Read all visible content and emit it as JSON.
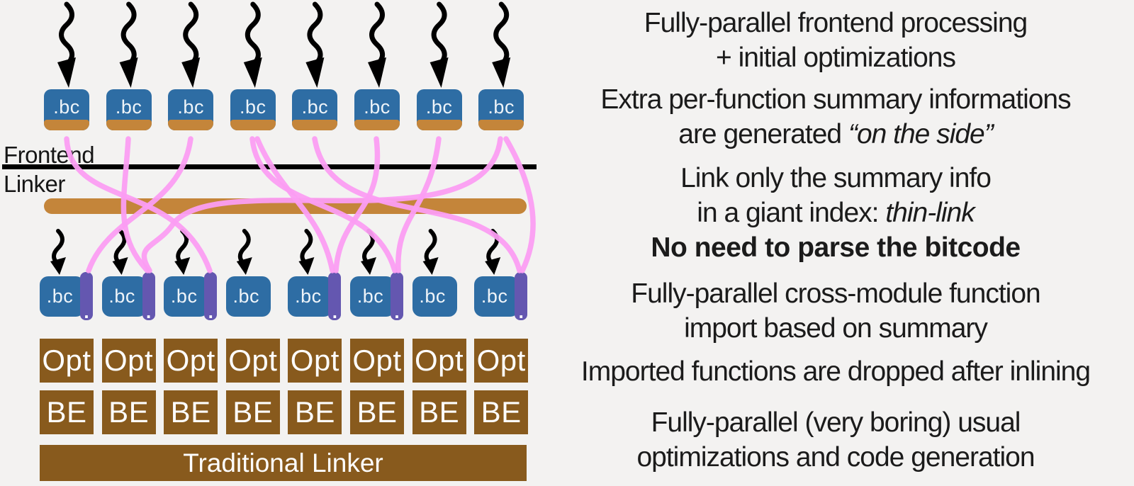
{
  "colors": {
    "background": "#f3f2f1",
    "bitcode_blue": "#2e6da4",
    "summary_orange": "#c4853a",
    "summary_purple": "#6457b0",
    "link_pink": "#fb9df2",
    "stage_brown": "#885a1d",
    "text": "#1b1b1b",
    "divider_black": "#000000"
  },
  "diagram": {
    "frontend_label": "Frontend",
    "linker_label": "Linker",
    "traditional_linker_label": "Traditional Linker",
    "top_row": {
      "boxes": [
        ".bc",
        ".bc",
        ".bc",
        ".bc",
        ".bc",
        ".bc",
        ".bc",
        ".bc"
      ]
    },
    "mid_row": {
      "strip_dot": ".",
      "boxes": [
        {
          "label": ".bc",
          "summary_strip": true
        },
        {
          "label": ".bc",
          "summary_strip": true
        },
        {
          "label": ".bc",
          "summary_strip": true
        },
        {
          "label": ".bc",
          "summary_strip": false
        },
        {
          "label": ".bc",
          "summary_strip": true
        },
        {
          "label": ".bc",
          "summary_strip": true
        },
        {
          "label": ".bc",
          "summary_strip": false
        },
        {
          "label": ".bc",
          "summary_strip": true
        }
      ]
    },
    "opt_row": {
      "boxes": [
        "Opt",
        "Opt",
        "Opt",
        "Opt",
        "Opt",
        "Opt",
        "Opt",
        "Opt"
      ]
    },
    "be_row": {
      "boxes": [
        "BE",
        "BE",
        "BE",
        "BE",
        "BE",
        "BE",
        "BE",
        "BE"
      ]
    }
  },
  "annotations": [
    {
      "name": "frontend-processing",
      "lines": [
        {
          "segments": [
            {
              "text": "Fully-parallel frontend processing"
            }
          ]
        },
        {
          "segments": [
            {
              "text": "+ initial optimizations"
            }
          ]
        }
      ]
    },
    {
      "name": "summary-generation",
      "lines": [
        {
          "segments": [
            {
              "text": "Extra per-function summary informations"
            }
          ]
        },
        {
          "segments": [
            {
              "text": "are generated "
            },
            {
              "text": "“on the side”",
              "italic": true
            }
          ]
        }
      ]
    },
    {
      "name": "thin-link",
      "lines": [
        {
          "segments": [
            {
              "text": "Link only the summary info"
            }
          ]
        },
        {
          "segments": [
            {
              "text": "in a giant index: "
            },
            {
              "text": "thin-link",
              "italic": true
            }
          ]
        }
      ]
    },
    {
      "name": "no-parse-bitcode",
      "bold": true,
      "lines": [
        {
          "segments": [
            {
              "text": "No need to parse the bitcode"
            }
          ]
        }
      ]
    },
    {
      "name": "cross-module-import",
      "lines": [
        {
          "segments": [
            {
              "text": "Fully-parallel cross-module function"
            }
          ]
        },
        {
          "segments": [
            {
              "text": "import based on summary"
            }
          ]
        }
      ]
    },
    {
      "name": "imported-dropped",
      "lines": [
        {
          "segments": [
            {
              "text": "Imported functions are dropped after inlining"
            }
          ]
        }
      ]
    },
    {
      "name": "codegen",
      "lines": [
        {
          "segments": [
            {
              "text": "Fully-parallel (very boring) usual"
            }
          ]
        },
        {
          "segments": [
            {
              "text": "optimizations and code generation"
            }
          ]
        }
      ]
    }
  ]
}
